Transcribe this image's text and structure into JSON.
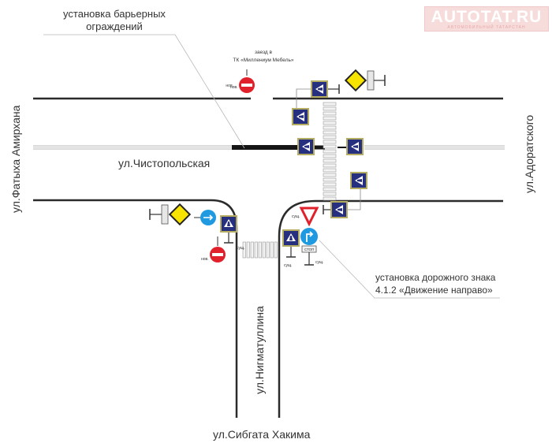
{
  "logo": {
    "text": "AUTOTAT.RU",
    "subtitle": "автомобильный татарстан"
  },
  "streets": {
    "left_vertical": "ул.Фатыха Амирхана",
    "right_vertical": "ул.Адоратского",
    "horizontal_median": "ул.Чистопольская",
    "bottom_vertical": "ул.Нигматуллина",
    "bottom": "ул.Сибгата Хакима"
  },
  "annotations": {
    "barrier_line1": "установка барьерных",
    "barrier_line2": "ограждений",
    "entrance_line1": "заезд в",
    "entrance_line2": "ТК «Миллениум Мебель»",
    "sign_line1": "установка дорожного знака",
    "sign_line2": "4.1.2 «Движение направо»"
  },
  "sign_captions": {
    "existing": "сущ.",
    "new": "нов.",
    "stop": "СТОП"
  },
  "colors": {
    "sign_blue": "#27307f",
    "sign_frame": "#b5ad62",
    "prohibit_red": "#e0202a",
    "priority_yellow": "#f6e400",
    "mandatory_blue": "#1f9ae0",
    "road_line": "#2b2b2b",
    "barrier": "#151515"
  }
}
